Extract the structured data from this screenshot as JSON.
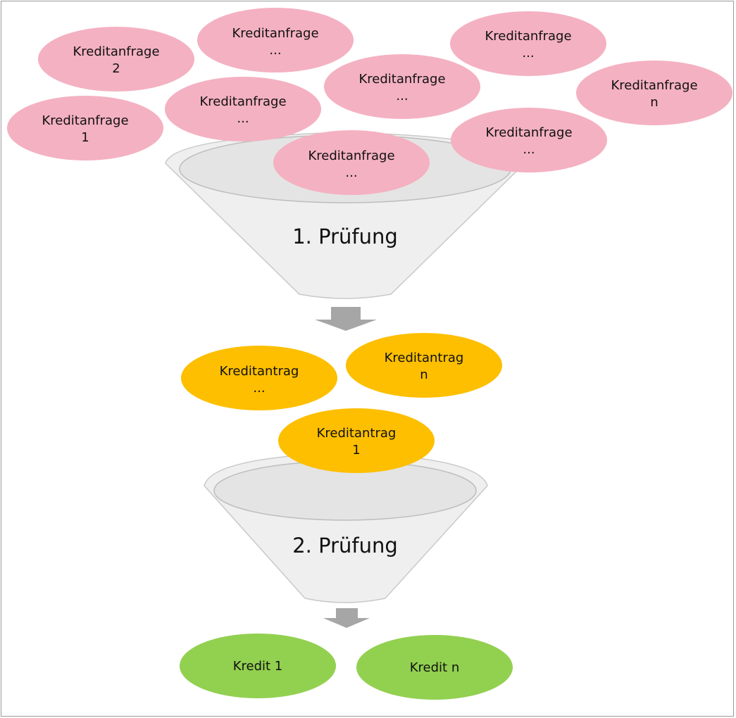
{
  "colors": {
    "request_fill": "#f4b1c2",
    "application_fill": "#fdbf00",
    "credit_fill": "#92d050",
    "funnel_fill": "#efefef",
    "funnel_inner": "#e4e4e4",
    "funnel_stroke": "#c9c9c9",
    "arrow_fill": "#a6a6a6",
    "frame_stroke": "#9a9a9a"
  },
  "stages": [
    {
      "id": "stage1",
      "label": "1. Prüfung"
    },
    {
      "id": "stage2",
      "label": "2. Prüfung"
    }
  ],
  "requests": [
    {
      "name": "request-2",
      "line1": "Kreditanfrage",
      "line2": "2"
    },
    {
      "name": "request-1",
      "line1": "Kreditanfrage",
      "line2": "1"
    },
    {
      "name": "request-dots-a",
      "line1": "Kreditanfrage",
      "line2": "..."
    },
    {
      "name": "request-dots-b",
      "line1": "Kreditanfrage",
      "line2": "..."
    },
    {
      "name": "request-dots-c",
      "line1": "Kreditanfrage",
      "line2": "..."
    },
    {
      "name": "request-dots-d",
      "line1": "Kreditanfrage",
      "line2": "..."
    },
    {
      "name": "request-n",
      "line1": "Kreditanfrage",
      "line2": "n"
    },
    {
      "name": "request-dots-e",
      "line1": "Kreditanfrage",
      "line2": "..."
    },
    {
      "name": "request-dots-f",
      "line1": "Kreditanfrage",
      "line2": "..."
    }
  ],
  "applications": [
    {
      "name": "application-dots",
      "line1": "Kreditantrag",
      "line2": "..."
    },
    {
      "name": "application-n",
      "line1": "Kreditantrag",
      "line2": "n"
    },
    {
      "name": "application-1",
      "line1": "Kreditantrag",
      "line2": "1"
    }
  ],
  "credits": [
    {
      "name": "credit-1",
      "line1": "Kredit 1"
    },
    {
      "name": "credit-n",
      "line1": "Kredit n"
    }
  ]
}
